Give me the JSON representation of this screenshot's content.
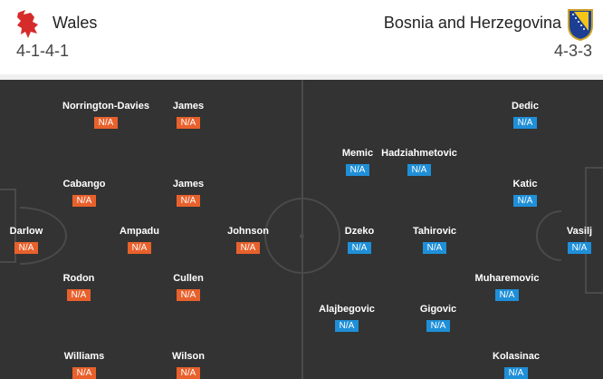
{
  "home": {
    "name": "Wales",
    "formation": "4-1-4-1",
    "color": "#e8612c",
    "badge_icon": "dragon-crest-icon",
    "players": [
      {
        "name": "Darlow",
        "rating": "N/A"
      },
      {
        "name": "Norrington-Davies",
        "rating": "N/A"
      },
      {
        "name": "Cabango",
        "rating": "N/A"
      },
      {
        "name": "Rodon",
        "rating": "N/A"
      },
      {
        "name": "Williams",
        "rating": "N/A"
      },
      {
        "name": "Ampadu",
        "rating": "N/A"
      },
      {
        "name": "James",
        "rating": "N/A"
      },
      {
        "name": "James",
        "rating": "N/A"
      },
      {
        "name": "Cullen",
        "rating": "N/A"
      },
      {
        "name": "Wilson",
        "rating": "N/A"
      },
      {
        "name": "Johnson",
        "rating": "N/A"
      }
    ]
  },
  "away": {
    "name": "Bosnia and Herzegovina",
    "formation": "4-3-3",
    "color": "#1f8fd8",
    "badge_icon": "bosnia-crest-icon",
    "players": [
      {
        "name": "Vasilj",
        "rating": "N/A"
      },
      {
        "name": "Dedic",
        "rating": "N/A"
      },
      {
        "name": "Katic",
        "rating": "N/A"
      },
      {
        "name": "Muharemovic",
        "rating": "N/A"
      },
      {
        "name": "Kolasinac",
        "rating": "N/A"
      },
      {
        "name": "Hadziahmetovic",
        "rating": "N/A"
      },
      {
        "name": "Tahirovic",
        "rating": "N/A"
      },
      {
        "name": "Gigovic",
        "rating": "N/A"
      },
      {
        "name": "Memic",
        "rating": "N/A"
      },
      {
        "name": "Dzeko",
        "rating": "N/A"
      },
      {
        "name": "Alajbegovic",
        "rating": "N/A"
      }
    ]
  }
}
